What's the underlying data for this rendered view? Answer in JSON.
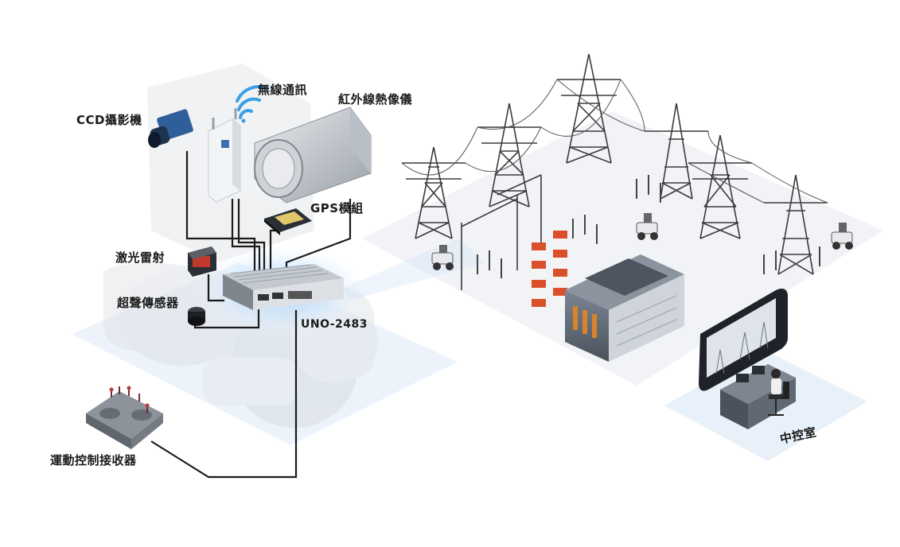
{
  "labels": {
    "ccd_camera": "CCD攝影機",
    "wireless": "無線通訊",
    "infrared_camera": "紅外線熱像儀",
    "gps_module": "GPS模組",
    "laser_radar": "激光雷射",
    "ultrasonic_sensor": "超聲傳感器",
    "controller_unit": "UNO-2483",
    "motion_receiver": "運動控制接收器",
    "control_room": "中控室"
  },
  "colors": {
    "wire": "#1a1a1a",
    "tower": "#3a3a3a",
    "ground": "#eef1f5",
    "glow": "#bfe0ff",
    "chimney_red": "#d9502a",
    "building": "#5b6573",
    "camera_blue": "#2e5f9a",
    "wifi_blue": "#3aa0e8"
  }
}
